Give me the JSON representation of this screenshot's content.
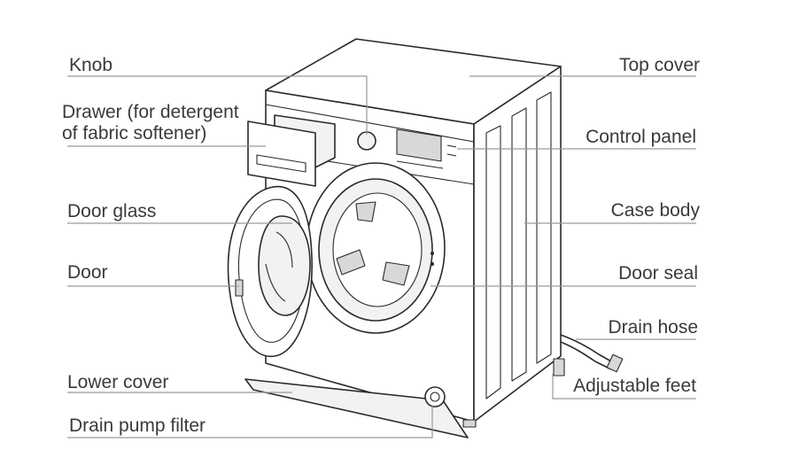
{
  "labels": {
    "knob": "Knob",
    "drawer_line1": "Drawer (for detergent",
    "drawer_line2": "of fabric softener)",
    "door_glass": "Door glass",
    "door": "Door",
    "lower_cover": "Lower cover",
    "drain_pump_filter": "Drain pump filter",
    "top_cover": "Top cover",
    "control_panel": "Control panel",
    "case_body": "Case body",
    "door_seal": "Door seal",
    "drain_hose": "Drain hose",
    "adjustable_feet": "Adjustable feet"
  },
  "colors": {
    "text": "#3a3a3a",
    "line": "#2a2a2a",
    "leader": "#9a9a9a"
  }
}
